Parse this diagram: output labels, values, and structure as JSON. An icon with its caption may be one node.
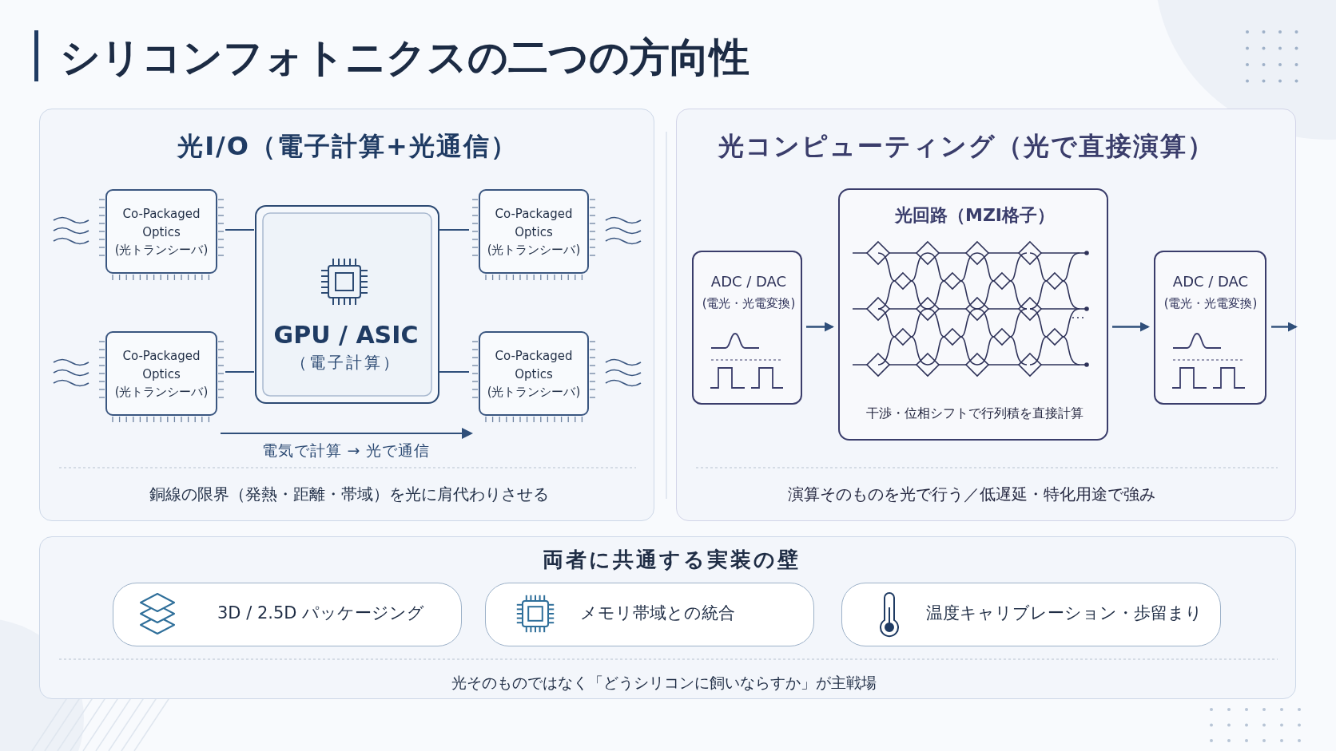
{
  "diagram": {
    "title": "シリコンフォトニクスの二つの方向性",
    "nodes": [
      {
        "text": [
          "光I/O（電子計算+光通信）",
          "電気で計算 → 光で通信",
          "銅線の限界（発熱・距離・帯域）を光に肩代わりさせる"
        ]
      },
      {
        "text": [
          "Co-Packaged Optics (光トランシーバ)"
        ],
        "in": 0
      },
      {
        "text": [
          "GPU / ASIC",
          "（電子計算）"
        ],
        "in": 0
      },
      {
        "text": [
          "Co-Packaged Optics (光トランシーバ)"
        ],
        "in": 0
      },
      {
        "text": [
          "Co-Packaged Optics (光トランシーバ)"
        ],
        "in": 0
      },
      {
        "text": [
          "Co-Packaged Optics (光トランシーバ)"
        ],
        "in": 0
      },
      {
        "text": [
          "光コンピューティング（光で直接演算）",
          "演算そのものを光で行う／低遅延・特化用途で強み"
        ]
      },
      {
        "text": [
          "ADC / DAC",
          "(電光・光電変換)"
        ],
        "in": 6
      },
      {
        "text": [
          "光回路（MZI格子）",
          "干渉・位相シフトで行列積を直接計算"
        ],
        "in": 6
      },
      {
        "text": [
          "ADC / DAC",
          "(電光・光電変換)"
        ],
        "in": 6
      },
      {
        "text": [
          "両者に共通する実装の壁",
          "光そのものではなく「どうシリコンに飼いならすか」が主戦場"
        ]
      },
      {
        "text": [
          "3D / 2.5D パッケージング"
        ],
        "in": 10
      },
      {
        "text": [
          "メモリ帯域との統合"
        ],
        "in": 10
      },
      {
        "text": [
          "温度キャリブレーション・歩留まり"
        ],
        "in": 10
      }
    ],
    "edges": [
      {
        "from": 1,
        "to": 2,
        "arrow": "none"
      },
      {
        "from": 2,
        "to": 3,
        "arrow": "none"
      },
      {
        "from": 4,
        "to": 2,
        "arrow": "none"
      },
      {
        "from": 2,
        "to": 5,
        "arrow": "none"
      },
      {
        "from": 7,
        "to": 8,
        "arrow": "to"
      },
      {
        "from": 8,
        "to": 9,
        "arrow": "to"
      },
      {
        "from": 9,
        "to": null,
        "arrow": "to"
      }
    ]
  }
}
